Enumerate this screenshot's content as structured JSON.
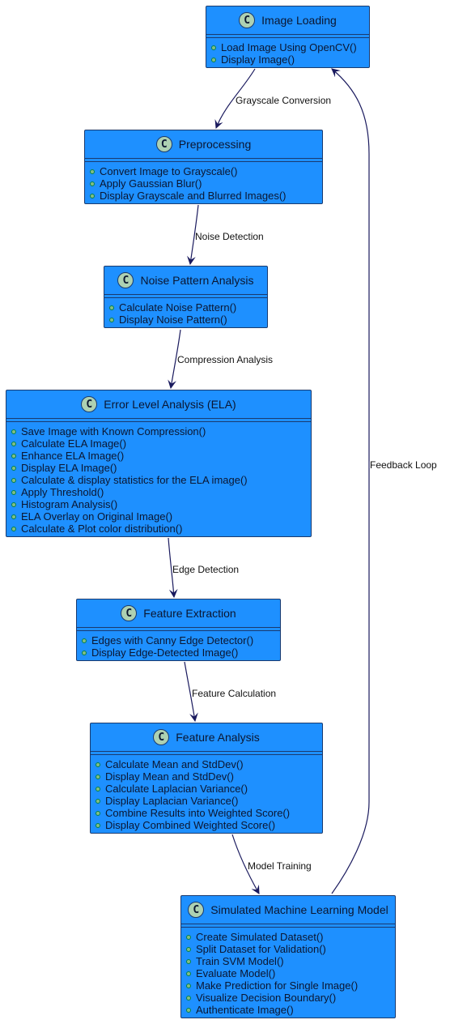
{
  "classes": [
    {
      "id": "image-loading",
      "name": "Image Loading",
      "badge": "C",
      "methods": [
        "Load Image Using OpenCV()",
        "Display Image()"
      ]
    },
    {
      "id": "preprocessing",
      "name": "Preprocessing",
      "badge": "C",
      "methods": [
        "Convert Image to Grayscale()",
        "Apply Gaussian Blur()",
        "Display Grayscale and Blurred Images()"
      ]
    },
    {
      "id": "noise-pattern-analysis",
      "name": "Noise Pattern Analysis",
      "badge": "C",
      "methods": [
        "Calculate Noise Pattern()",
        "Display Noise Pattern()"
      ]
    },
    {
      "id": "error-level-analysis",
      "name": "Error Level Analysis (ELA)",
      "badge": "C",
      "methods": [
        "Save Image with Known Compression()",
        "Calculate ELA Image()",
        "Enhance ELA Image()",
        "Display ELA Image()",
        "Calculate & display statistics for the ELA image()",
        "Apply Threshold()",
        "Histogram Analysis()",
        "ELA Overlay on Original Image()",
        "Calculate & Plot color distribution()"
      ]
    },
    {
      "id": "feature-extraction",
      "name": "Feature Extraction",
      "badge": "C",
      "methods": [
        "Edges with Canny Edge Detector()",
        "Display Edge-Detected Image()"
      ]
    },
    {
      "id": "feature-analysis",
      "name": "Feature Analysis",
      "badge": "C",
      "methods": [
        "Calculate Mean and StdDev()",
        "Display Mean and StdDev()",
        "Calculate Laplacian Variance()",
        "Display Laplacian Variance()",
        "Combine Results into Weighted Score()",
        "Display Combined Weighted Score()"
      ]
    },
    {
      "id": "simulated-ml-model",
      "name": "Simulated Machine Learning Model",
      "badge": "C",
      "methods": [
        "Create Simulated Dataset()",
        "Split Dataset for Validation()",
        "Train SVM Model()",
        "Evaluate Model()",
        "Make Prediction for Single Image()",
        "Visualize Decision Boundary()",
        "Authenticate Image()"
      ]
    }
  ],
  "edges": [
    {
      "from": "image-loading",
      "to": "preprocessing",
      "label": "Grayscale Conversion"
    },
    {
      "from": "preprocessing",
      "to": "noise-pattern-analysis",
      "label": "Noise Detection"
    },
    {
      "from": "noise-pattern-analysis",
      "to": "error-level-analysis",
      "label": "Compression Analysis"
    },
    {
      "from": "error-level-analysis",
      "to": "feature-extraction",
      "label": "Edge Detection"
    },
    {
      "from": "feature-extraction",
      "to": "feature-analysis",
      "label": "Feature Calculation"
    },
    {
      "from": "feature-analysis",
      "to": "simulated-ml-model",
      "label": "Model Training"
    },
    {
      "from": "simulated-ml-model",
      "to": "image-loading",
      "label": "Feedback Loop"
    }
  ],
  "colors": {
    "class_fill": "#1e90ff",
    "class_border": "#1a3a6e",
    "badge_fill": "#add1b2",
    "method_dot": "#84be84",
    "edge": "#1a1a5e"
  }
}
